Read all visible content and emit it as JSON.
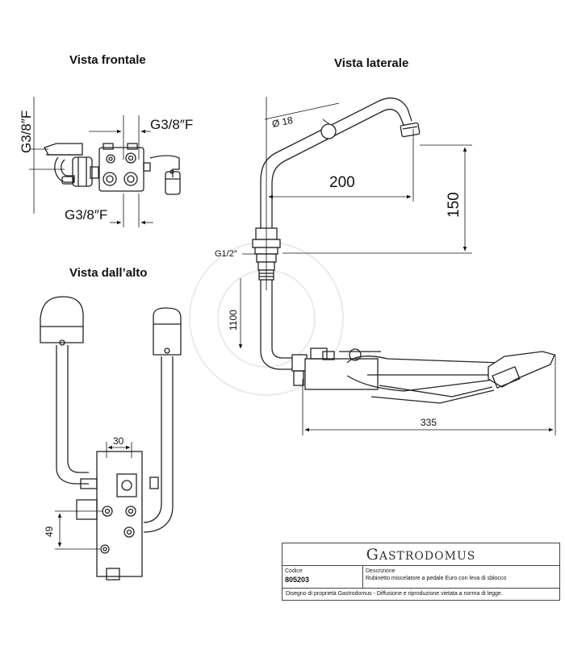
{
  "views": {
    "front": "Vista frontale",
    "side": "Vista laterale",
    "top": "Vista dall’alto"
  },
  "dimensions": {
    "g38_vertical": "G3/8″F",
    "g38_right": "G3/8″F",
    "g38_bottom": "G3/8″F",
    "phi18": "Ø 18",
    "d200": "200",
    "d150": "150",
    "g12": "G1/2″",
    "d1100": "1100",
    "d335": "335",
    "d30": "30",
    "d49": "49"
  },
  "titleblock": {
    "brand_initial": "G",
    "brand_rest": "ASTRODOMUS",
    "code_label": "Codice",
    "code_value": "805203",
    "desc_label": "Descrizione",
    "desc_value": "Rubinetto miscelatore a pedale Euro con leva di sblocco",
    "footer": "Disegno di proprietà Gastrodomus - Diffusione e riproduzione vietata a norma di legge."
  }
}
